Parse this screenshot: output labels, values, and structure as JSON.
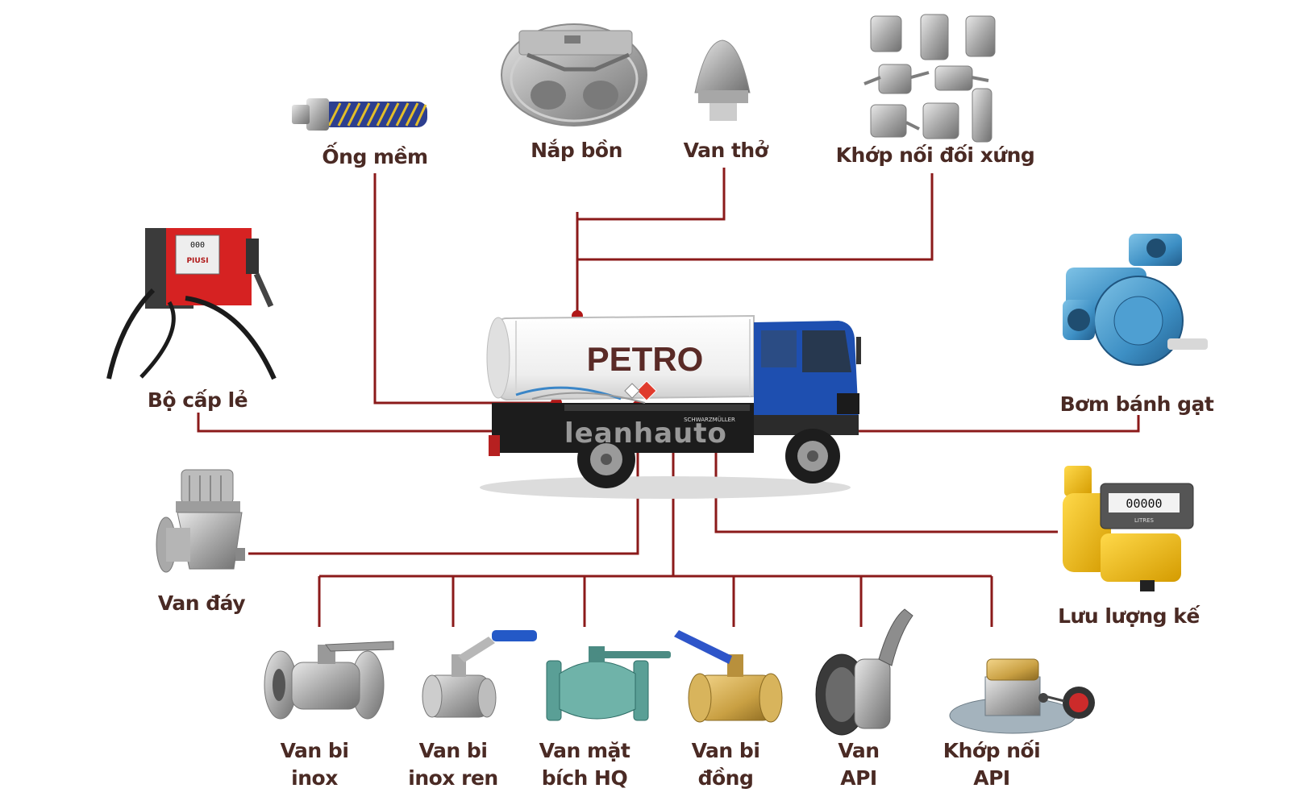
{
  "colors": {
    "connector": "#8b1a1a",
    "label": "#4a2a24",
    "cab": "#1e4fb0",
    "tank": "#f2f2f2",
    "chassis": "#1c1c1c"
  },
  "truck": {
    "tank_text": "PETRO",
    "side_text": "SCHWARZMÜLLER",
    "watermark": "leanhauto"
  },
  "components": {
    "ong_mem": "Ống mềm",
    "nap_bon": "Nắp bồn",
    "van_tho": "Van thở",
    "khop_noi_doi_xung": "Khớp nối đối xứng",
    "bo_cap_le": "Bộ cấp lẻ",
    "bom_banh_gat": "Bơm bánh gạt",
    "van_day": "Van đáy",
    "luu_luong_ke": "Lưu lượng kế",
    "van_bi_inox": [
      "Van bi",
      "inox"
    ],
    "van_bi_inox_ren": [
      "Van bi",
      "inox ren"
    ],
    "van_mat_bich_hq": [
      "Van mặt",
      "bích HQ"
    ],
    "van_bi_dong": [
      "Van bi",
      "đồng"
    ],
    "van_api": [
      "Van",
      "API"
    ],
    "khop_noi_api": [
      "Khớp nối",
      "API"
    ]
  },
  "dispenser": {
    "brand": "PIUSI",
    "counter": "000"
  },
  "flowmeter": {
    "counter": "00000",
    "unit": "LITRES"
  }
}
